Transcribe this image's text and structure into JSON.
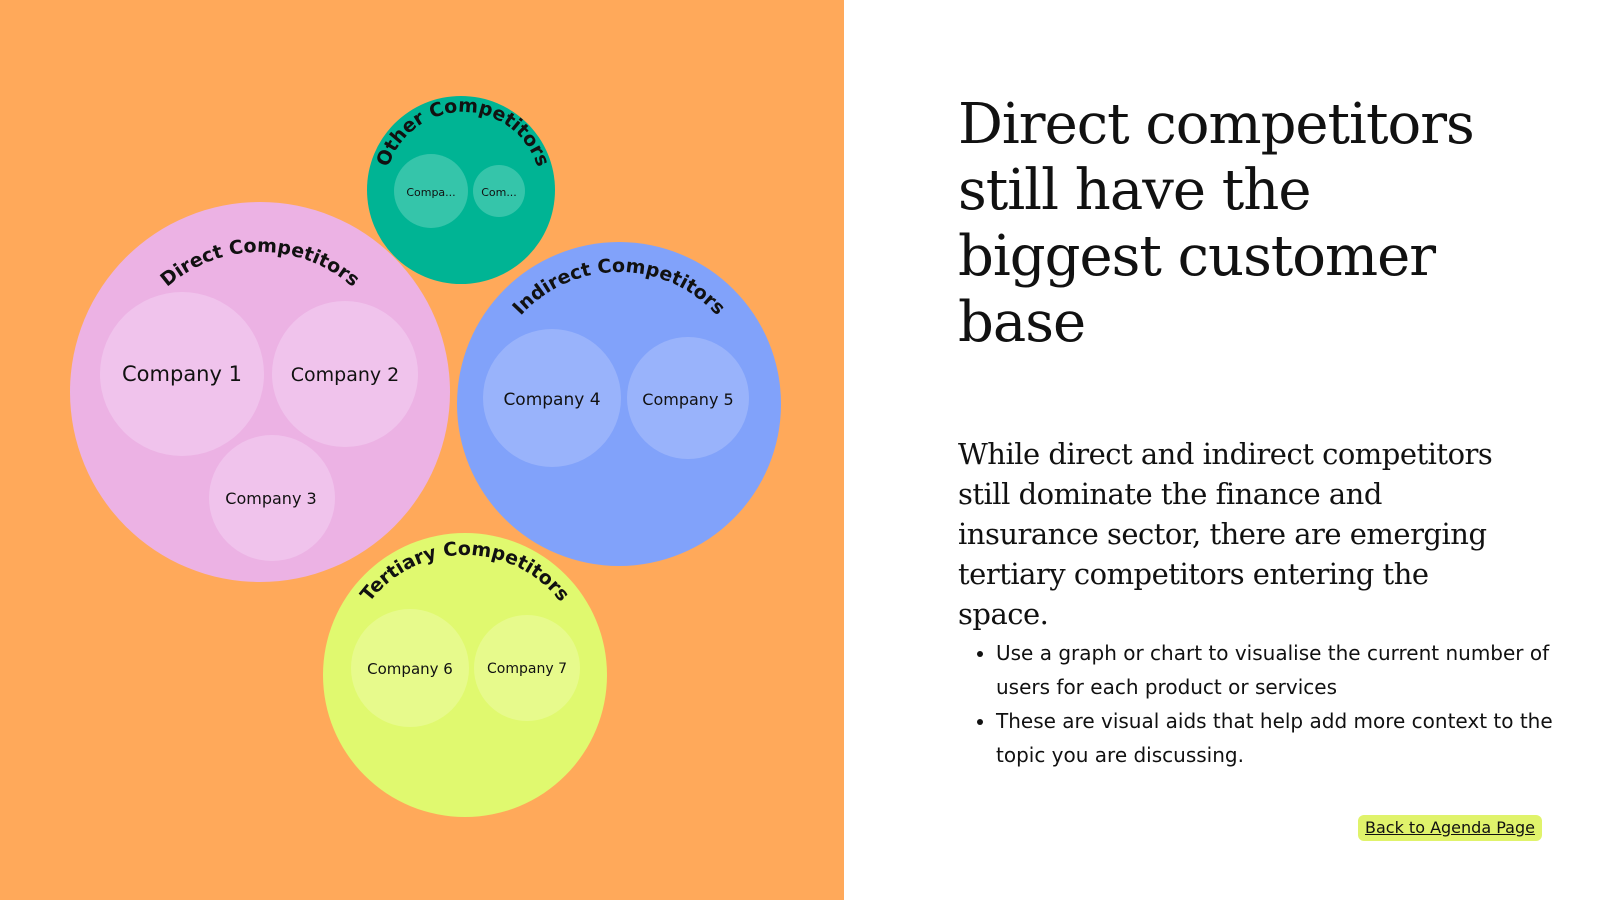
{
  "diagram": {
    "background": "#ffa95a",
    "groups": [
      {
        "id": "direct",
        "label": "Direct Competitors",
        "color": "#ecb2e4",
        "inner_color": "#f0c3ec",
        "companies": [
          "Company 1",
          "Company 2",
          "Company 3"
        ]
      },
      {
        "id": "other",
        "label": "Other Competitors",
        "color": "#00b494",
        "inner_color": "#35c5aa",
        "companies": [
          "Compa...",
          "Com..."
        ]
      },
      {
        "id": "indirect",
        "label": "Indirect Competitors",
        "color": "#81a2fa",
        "inner_color": "#99b3fb",
        "companies": [
          "Company 4",
          "Company 5"
        ]
      },
      {
        "id": "tertiary",
        "label": "Tertiary Competitors",
        "color": "#e0f96f",
        "inner_color": "#e7fa8c",
        "companies": [
          "Company 6",
          "Company 7"
        ]
      }
    ]
  },
  "content": {
    "title": "Direct competitors still have the biggest customer base",
    "body": "While direct and indirect competitors still dominate the finance and insurance sector, there are emerging tertiary competitors entering the space.",
    "bullets": [
      "Use a graph or chart to visualise the current number of users for each product or services",
      "These are visual aids that help add more context to the topic you are discussing."
    ],
    "link": {
      "label": "Back to Agenda Page",
      "color": "#e0f36b"
    }
  }
}
